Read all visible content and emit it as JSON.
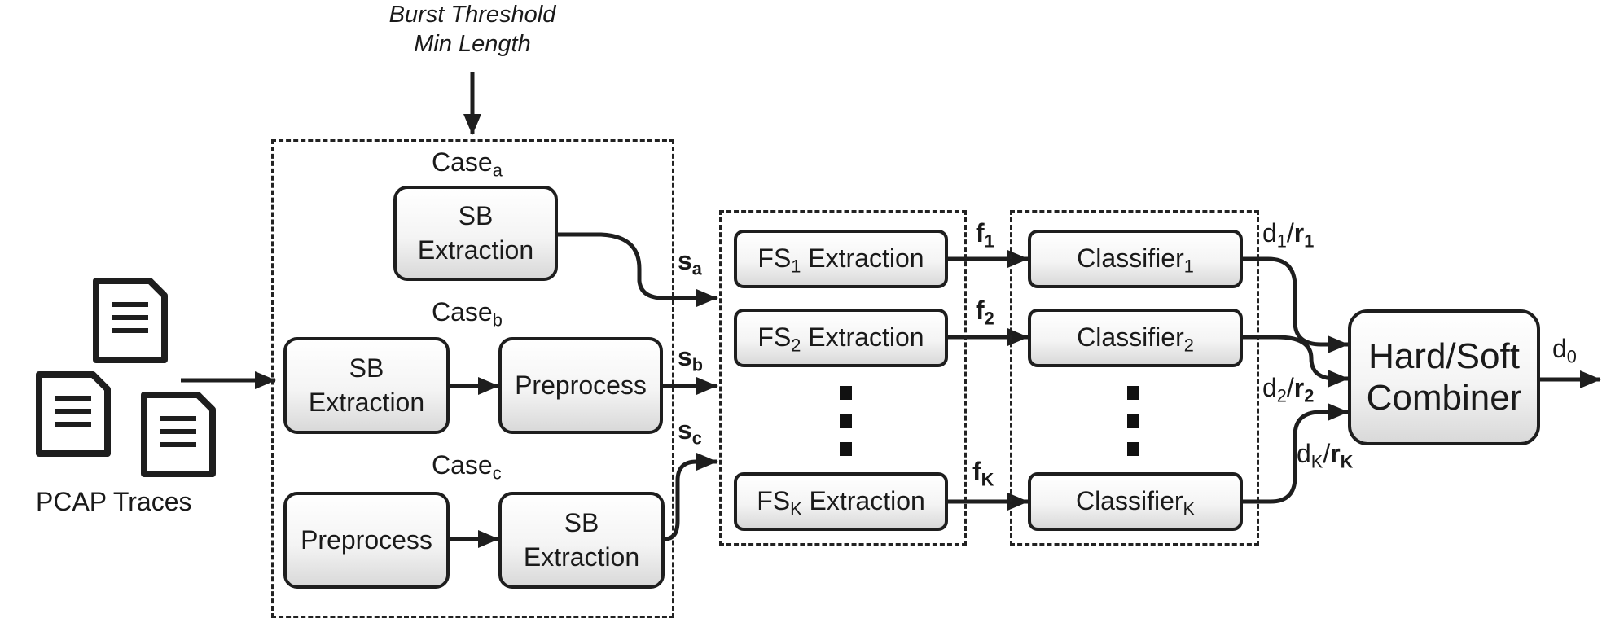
{
  "title": {
    "line1": "Burst Threshold",
    "line2": "Min Length"
  },
  "input": {
    "label": "PCAP Traces",
    "icon": "document-icon"
  },
  "cases": {
    "a": {
      "base": "Case",
      "sub": "a",
      "box1": [
        "SB",
        "Extraction"
      ]
    },
    "b": {
      "base": "Case",
      "sub": "b",
      "box1": [
        "SB",
        "Extraction"
      ],
      "box2": "Preprocess"
    },
    "c": {
      "base": "Case",
      "sub": "c",
      "box1": "Preprocess",
      "box2": [
        "SB",
        "Extraction"
      ]
    }
  },
  "streams": [
    {
      "base": "s",
      "sub": "a"
    },
    {
      "base": "s",
      "sub": "b"
    },
    {
      "base": "s",
      "sub": "c"
    }
  ],
  "extractors": [
    {
      "base": "FS",
      "sub": "1",
      "suffix": " Extraction"
    },
    {
      "base": "FS",
      "sub": "2",
      "suffix": " Extraction"
    },
    {
      "base": "FS",
      "sub": "K",
      "suffix": " Extraction"
    }
  ],
  "features": [
    {
      "base": "f",
      "sub": "1"
    },
    {
      "base": "f",
      "sub": "2"
    },
    {
      "base": "f",
      "sub": "K"
    }
  ],
  "classifiers": [
    {
      "base": "Classifier",
      "sub": "1"
    },
    {
      "base": "Classifier",
      "sub": "2"
    },
    {
      "base": "Classifier",
      "sub": "K"
    }
  ],
  "decisions": [
    {
      "d": "d",
      "dsub": "1",
      "slash": "/",
      "r": "r",
      "rsub": "1"
    },
    {
      "d": "d",
      "dsub": "2",
      "slash": "/",
      "r": "r",
      "rsub": "2"
    },
    {
      "d": "d",
      "dsub": "K",
      "slash": "/",
      "r": "r",
      "rsub": "K"
    }
  ],
  "combiner": {
    "line1": "Hard/Soft",
    "line2": "Combiner"
  },
  "output": {
    "base": "d",
    "sub": "0"
  }
}
